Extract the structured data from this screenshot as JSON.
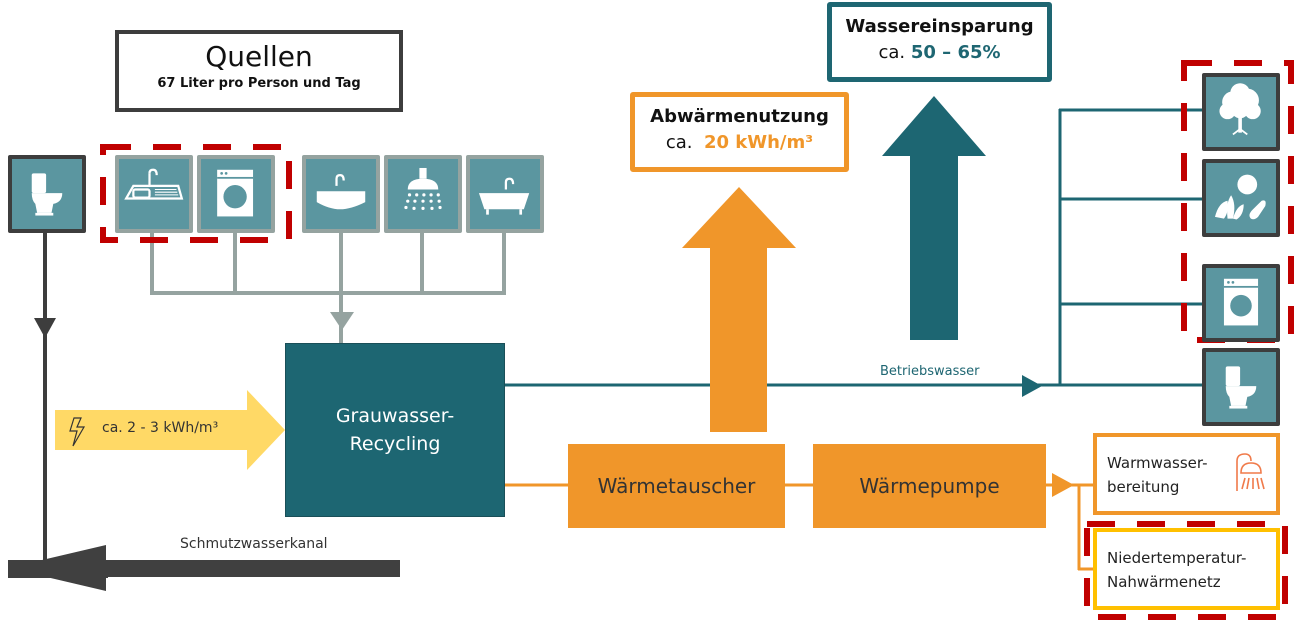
{
  "sources": {
    "title": "Quellen",
    "subtitle": "67 Liter pro Person und Tag",
    "icons": [
      {
        "name": "toilet-icon",
        "group": "blackwater"
      },
      {
        "name": "kitchen-sink-icon",
        "group": "greywater-highlighted"
      },
      {
        "name": "washing-machine-icon",
        "group": "greywater-highlighted"
      },
      {
        "name": "washbasin-icon",
        "group": "greywater"
      },
      {
        "name": "shower-icon",
        "group": "greywater"
      },
      {
        "name": "bathtub-icon",
        "group": "greywater"
      }
    ]
  },
  "energy_input": {
    "icon": "lightning-icon",
    "label": "ca. 2 - 3 kWh/m³"
  },
  "recycling": {
    "label_line1": "Grauwasser-",
    "label_line2": "Recycling"
  },
  "sewer": {
    "label": "Schmutzwasserkanal"
  },
  "heat_recovery": {
    "title": "Abwärmenutzung",
    "prefix": "ca.",
    "value": "20 kWh/m³"
  },
  "water_saving": {
    "title": "Wassereinsparung",
    "prefix": "ca.",
    "value": "50 – 65%"
  },
  "service_water": {
    "label": "Betriebswasser",
    "uses": [
      {
        "name": "tree-irrigation-icon",
        "highlighted": true
      },
      {
        "name": "vegetables-icon",
        "highlighted": true
      },
      {
        "name": "washing-machine-icon",
        "highlighted": true
      },
      {
        "name": "toilet-icon",
        "highlighted": false
      }
    ]
  },
  "heat_chain": {
    "exchanger": "Wärmetauscher",
    "pump": "Wärmepumpe"
  },
  "heat_uses": {
    "hot_water_line1": "Warmwasser-",
    "hot_water_line2": "bereitung",
    "hot_water_icon": "shower-head-icon",
    "district_line1": "Niedertemperatur-",
    "district_line2": "Nahwärmenetz"
  },
  "colors": {
    "teal_dark": "#1d6672",
    "teal_tile": "#5b96a0",
    "orange": "#f0962a",
    "yellow": "#ffd966",
    "gold_border": "#ffc000",
    "gray_pipe": "#95a3a0",
    "dark_pipe": "#3d3d3d",
    "highlight_red": "#c00000"
  }
}
